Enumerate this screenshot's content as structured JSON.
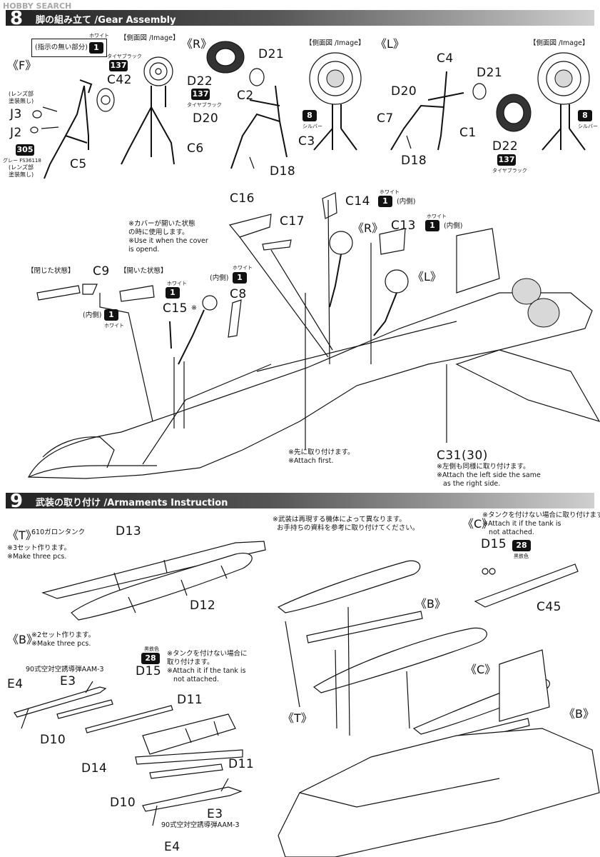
{
  "watermark": "HOBBY SEARCH",
  "step8": {
    "number": "8",
    "title": "脚の組み立て /Gear Assembly",
    "indicator": {
      "label": "(指示の無い部分)",
      "color_label": "ホワイト",
      "code": "1"
    },
    "image_label_front": "【側面図 /Image】",
    "image_label_right": "【側面図 /Image】",
    "image_label_left": "【側面図 /Image】",
    "front": {
      "mark": "《F》",
      "parts": [
        "C42",
        "J3",
        "J2",
        "C5"
      ],
      "tire_color_label": "タイヤブラック",
      "tire_color_code": "137",
      "lens_note_1": "(レンズ部\n塗装無し)",
      "lens_note_2": "(レンズ部\n塗装無し)",
      "grey_code": "305",
      "grey_label": "グレー FS36118"
    },
    "right": {
      "mark": "《R》",
      "parts": [
        "D21",
        "D22",
        "C2",
        "D20",
        "C6",
        "C3",
        "D18"
      ],
      "tire_color_code": "137",
      "tire_color_label": "タイヤブラック",
      "silver_code": "8",
      "silver_label": "シルバー"
    },
    "left": {
      "mark": "《L》",
      "parts": [
        "C4",
        "D21",
        "D20",
        "C7",
        "C1",
        "D18",
        "D22"
      ],
      "tire_color_code": "137",
      "tire_color_label": "タイヤブラック",
      "silver_code": "8",
      "silver_label": "シルバー"
    },
    "assembly": {
      "c16": "C16",
      "c17": "C17",
      "c14": "C14",
      "c14_color_label": "ホワイト",
      "c14_code": "1",
      "c14_side": "(内側)",
      "c13": "C13",
      "c13_color_label": "ホワイト",
      "c13_code": "1",
      "c13_side": "(内側)",
      "r_mark": "《R》",
      "l_mark": "《L》",
      "cover_note": "※カバーが開いた状態\nの時に使用します。\n※Use it when the cover\nis opend.",
      "closed_label": "【閉じた状態】",
      "c9": "C9",
      "open_label": "【開いた状態】",
      "open_color_label": "ホワイト",
      "open_code": "1",
      "inner_label": "(内側)",
      "inner_code": "1",
      "inner_color_label": "ホワイト",
      "c15": "C15",
      "c15_mark": "※",
      "c8": "C8",
      "c8_side": "(内側)",
      "c8_code": "1",
      "c8_color_label": "ホワイト",
      "attach_first": "※先に取り付けます。\n※Attach first.",
      "c31": "C31(30)",
      "left_same": "※左側も同様に取り付けます。\n※Attach the left side the same\n   as the right side."
    }
  },
  "step9": {
    "number": "9",
    "title": "武装の取り付け /Armaments Instruction",
    "note_armament": "※武装は再現する機体によって異なります。\n  お手持ちの資料を参考に取り付けてください。",
    "t": {
      "mark": "《T》",
      "title": "610ガロンタンク",
      "note": "※3セット作ります。\n※Make three pcs.",
      "parts": [
        "D13",
        "D12"
      ]
    },
    "b": {
      "mark": "《B》",
      "note": "※2セット作ります。\n※Make three pcs.",
      "missile_label_top": "90式空対空誘導弾AAM-3",
      "missile_label_bottom": "90式空対空誘導弾AAM-3",
      "color_label": "黒鉄色",
      "color_code": "28",
      "tank_note": "※タンクを付けない場合に\n取り付けます。\n※Attach it if the tank is\n   not attached.",
      "parts": [
        "D15",
        "E4",
        "E3",
        "D11",
        "D10",
        "D14",
        "D11",
        "D10",
        "E3",
        "E4"
      ]
    },
    "c": {
      "mark": "《C》",
      "note": "※タンクを付けない場合に取り付けます。\n※Attach it if the tank is\n   not attached.",
      "d15": "D15",
      "color_code": "28",
      "color_label": "黒鉄色",
      "c45": "C45"
    },
    "assembly": {
      "b_mark_1": "《B》",
      "c_mark": "《C》",
      "t_mark": "《T》",
      "b_mark_2": "《B》"
    }
  }
}
